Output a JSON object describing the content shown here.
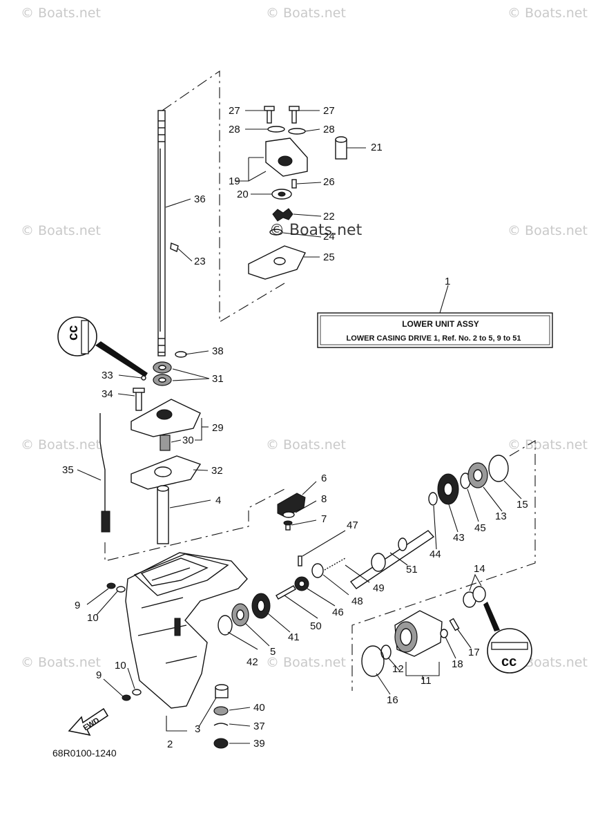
{
  "watermark": "© Boats.net",
  "title_box": {
    "line1": "LOWER UNIT ASSY",
    "line2": "LOWER CASING DRIVE 1, Ref. No. 2 to 5, 9 to 51"
  },
  "diagram_code": "68R0100-1240",
  "fwd_label": "FWD",
  "sealant_mark": "cc",
  "callouts": {
    "c1": "1",
    "c2": "2",
    "c3": "3",
    "c4": "4",
    "c5": "5",
    "c6": "6",
    "c7": "7",
    "c8": "8",
    "c9a": "9",
    "c9b": "9",
    "c10a": "10",
    "c10b": "10",
    "c11": "11",
    "c12": "12",
    "c13": "13",
    "c14": "14",
    "c15": "15",
    "c16": "16",
    "c17": "17",
    "c18": "18",
    "c19": "19",
    "c20": "20",
    "c21": "21",
    "c22": "22",
    "c23": "23",
    "c24": "24",
    "c25": "25",
    "c26": "26",
    "c27a": "27",
    "c27b": "27",
    "c28a": "28",
    "c28b": "28",
    "c29": "29",
    "c30": "30",
    "c31": "31",
    "c32": "32",
    "c33": "33",
    "c34": "34",
    "c35": "35",
    "c36": "36",
    "c37": "37",
    "c38": "38",
    "c39": "39",
    "c40": "40",
    "c41": "41",
    "c42": "42",
    "c43": "43",
    "c44": "44",
    "c45": "45",
    "c46": "46",
    "c47": "47",
    "c48": "48",
    "c49": "49",
    "c50": "50",
    "c51": "51"
  }
}
